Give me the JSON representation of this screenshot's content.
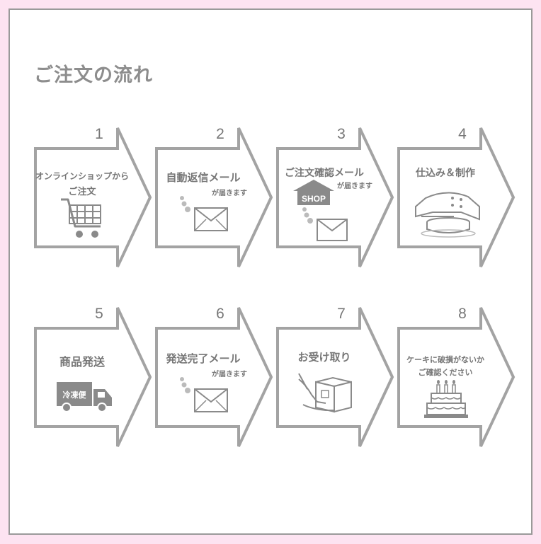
{
  "title": "ご注文の流れ",
  "steps": [
    {
      "number": "1",
      "label_line1": "オンラインショップから",
      "label_line2": "ご注文",
      "icon": "shopping-cart-icon"
    },
    {
      "number": "2",
      "label": "自動返信メール",
      "sublabel": "が届きます",
      "icon": "envelope-icon"
    },
    {
      "number": "3",
      "label": "ご注文確認メール",
      "sublabel": "が届きます",
      "shop_text": "SHOP",
      "icon": "shop-house-icon"
    },
    {
      "number": "4",
      "label": "仕込み＆制作",
      "icon": "cake-making-icon"
    },
    {
      "number": "5",
      "label": "商品発送",
      "truck_text": "冷凍便",
      "icon": "delivery-truck-icon"
    },
    {
      "number": "6",
      "label": "発送完了メール",
      "sublabel": "が届きます",
      "icon": "envelope-icon"
    },
    {
      "number": "7",
      "label": "お受け取り",
      "icon": "package-receive-icon"
    },
    {
      "number": "8",
      "label_line1": "ケーキに破損がないか",
      "label_line2": "ご確認ください",
      "icon": "birthday-cake-icon"
    }
  ],
  "colors": {
    "background": "#fde3f1",
    "frame_border": "#9a9a9a",
    "arrow_outline": "#a3a3a3",
    "text": "#777777",
    "icon_gray": "#8a8a8a"
  }
}
